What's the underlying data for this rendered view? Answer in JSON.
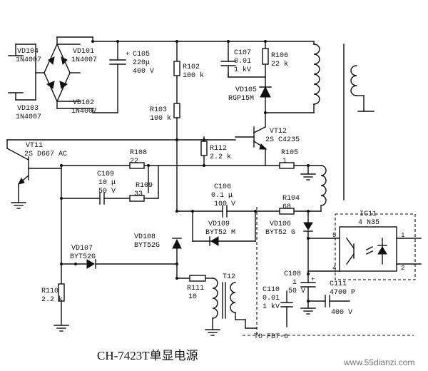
{
  "labels": {
    "vd104": "VD104",
    "vd104_t": "1N4007",
    "vd103": "VD103",
    "vd103_t": "1N4007",
    "vd101": "VD101",
    "vd101_t": "1N4007",
    "vd102": "VD102",
    "vd102_t": "1N4007",
    "c105": "C105",
    "c105_c": "220μ",
    "c105_v": "400 V",
    "r102": "R102",
    "r102_v": "100 k",
    "r103": "R103",
    "r103_v": "100 k",
    "c107": "C107",
    "c107_c": "0.01",
    "c107_v": "1 kV",
    "r106": "R106",
    "r106_v": "22 k",
    "vd105": "VD105",
    "vd105_t": "RGP15M",
    "vt12": "VT12",
    "vt12_t": "2S C4235",
    "vt11": "VT11",
    "vt11_t": "2S D667 AC",
    "r108": "R108",
    "r108_v": "22",
    "r112": "R112",
    "r112_v": "2.2 k",
    "r105": "R105",
    "r105_v": "1",
    "c109": "C109",
    "c109_c": "10 μ",
    "c109_v": "50 V",
    "r109": "R109",
    "r109_v": "33",
    "c106": "C106",
    "c106_c": "0.1 μ",
    "c106_v": "100 V",
    "r104": "R104",
    "r104_v": "68",
    "vd109": "VD109",
    "vd109_t": "BYT52 M",
    "vd106": "VD106",
    "vd106_t": "BYT52 G",
    "ic11": "IC11",
    "ic11_t": "4 N35",
    "vd108": "VD108",
    "vd108_t": "BYT52G",
    "vd107": "VD107",
    "vd107_t": "BYT52G",
    "r110": "R110",
    "r110_v": "2.2 k",
    "r111": "R111",
    "r111_v": "10",
    "t12": "T12",
    "c110": "C110",
    "c110_c": "0.01",
    "c110_v": "1 kV",
    "c108": "C108",
    "c108_c": "1",
    "c108_v": "50 V",
    "c111": "C111",
    "c111_c": "4700 P",
    "c111_v": "400 V",
    "fbt": "TO FBT-6",
    "pin5": "5",
    "pin4": "4",
    "pin1": "1",
    "pin2": "2",
    "plus1": "+",
    "plus2": "+"
  },
  "caption": "CH-7423T单显电源",
  "watermark": "www.55dianzi.com"
}
